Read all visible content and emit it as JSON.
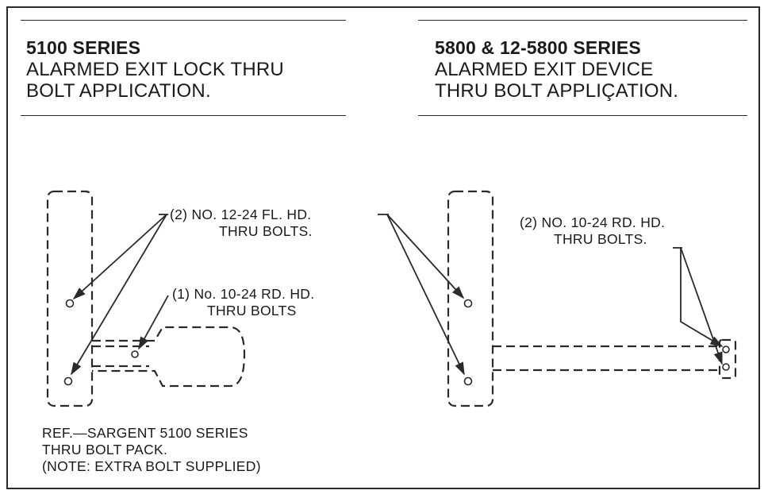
{
  "left_panel": {
    "series": "5100 SERIES",
    "desc_line1": "ALARMED EXIT LOCK THRU",
    "desc_line2": "BOLT APPLICATION."
  },
  "right_panel": {
    "series": "5800 & 12-5800 SERIES",
    "desc_line1": "ALARMED EXIT DEVICE",
    "desc_line2": "THRU BOLT APPLIÇATION."
  },
  "callouts": {
    "fl_hd_line1": "(2) NO. 12-24 FL. HD.",
    "fl_hd_line2": "THRU BOLTS.",
    "rd_hd_one_line1": "(1) No. 10-24 RD. HD.",
    "rd_hd_one_line2": "THRU BOLTS",
    "rd_hd_two_line1": "(2) NO. 10-24 RD. HD.",
    "rd_hd_two_line2": "THRU BOLTS."
  },
  "reference_note": {
    "line1": "REF.—SARGENT 5100 SERIES",
    "line2": "THRU BOLT PACK.",
    "line3": "(NOTE: EXTRA BOLT SUPPLIED)"
  }
}
